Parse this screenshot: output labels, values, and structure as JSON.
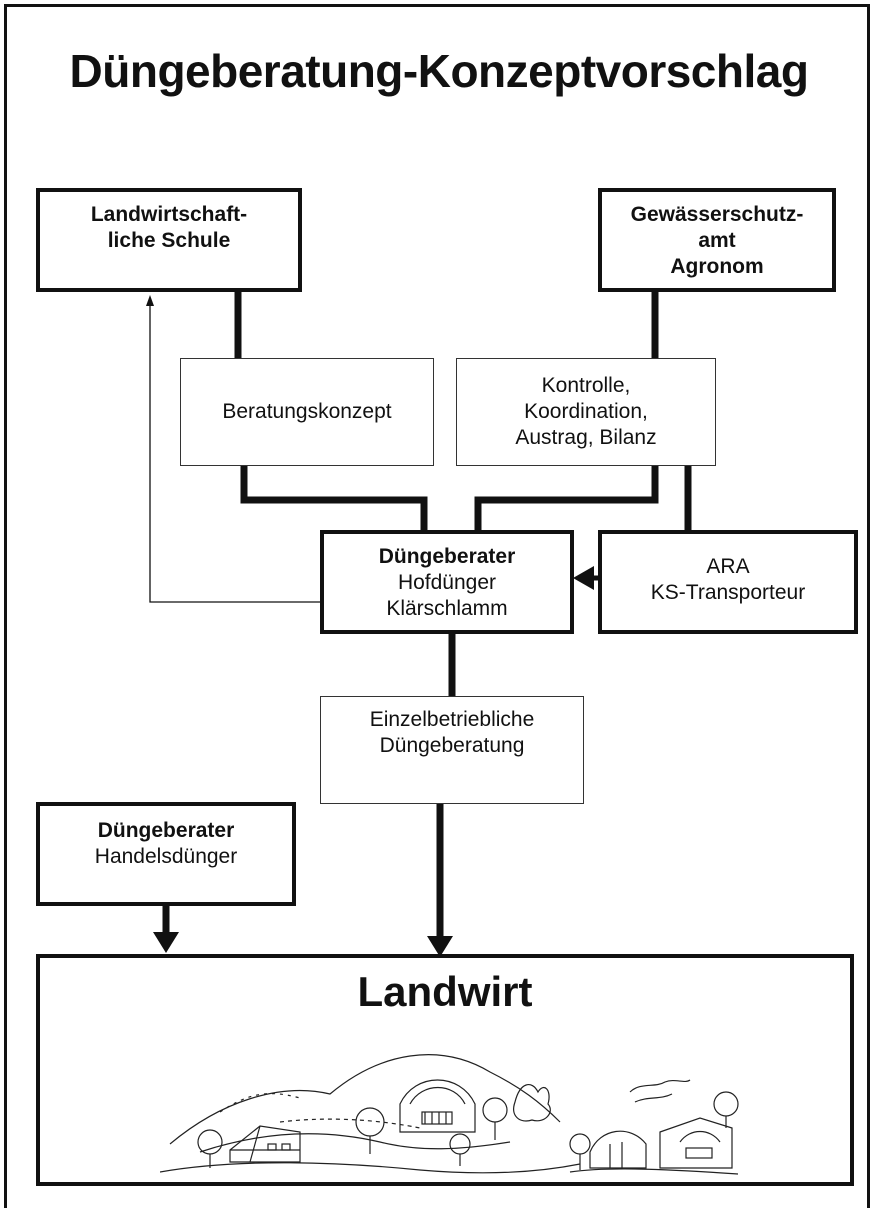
{
  "title": "Düngeberatung-Konzeptvorschlag",
  "boxes": {
    "schule": {
      "line1": "Landwirtschaft-",
      "line2": "liche Schule"
    },
    "gewaesser": {
      "line1": "Gewässerschutz-",
      "line2": "amt",
      "line3": "Agronom"
    },
    "beratungskonzept": {
      "line1": "Beratungskonzept"
    },
    "kontrolle": {
      "line1": "Kontrolle,",
      "line2": "Koordination,",
      "line3": "Austrag, Bilanz"
    },
    "duengeberater_hof": {
      "line1": "Düngeberater",
      "line2": "Hofdünger",
      "line3": "Klärschlamm"
    },
    "ara": {
      "line1": "ARA",
      "line2": "KS-Transporteur"
    },
    "einzelbetrieblich": {
      "line1": "Einzelbetriebliche",
      "line2": "Düngeberatung"
    },
    "duengeberater_handel": {
      "line1": "Düngeberater",
      "line2": "Handelsdünger"
    },
    "landwirt": {
      "title": "Landwirt"
    }
  }
}
